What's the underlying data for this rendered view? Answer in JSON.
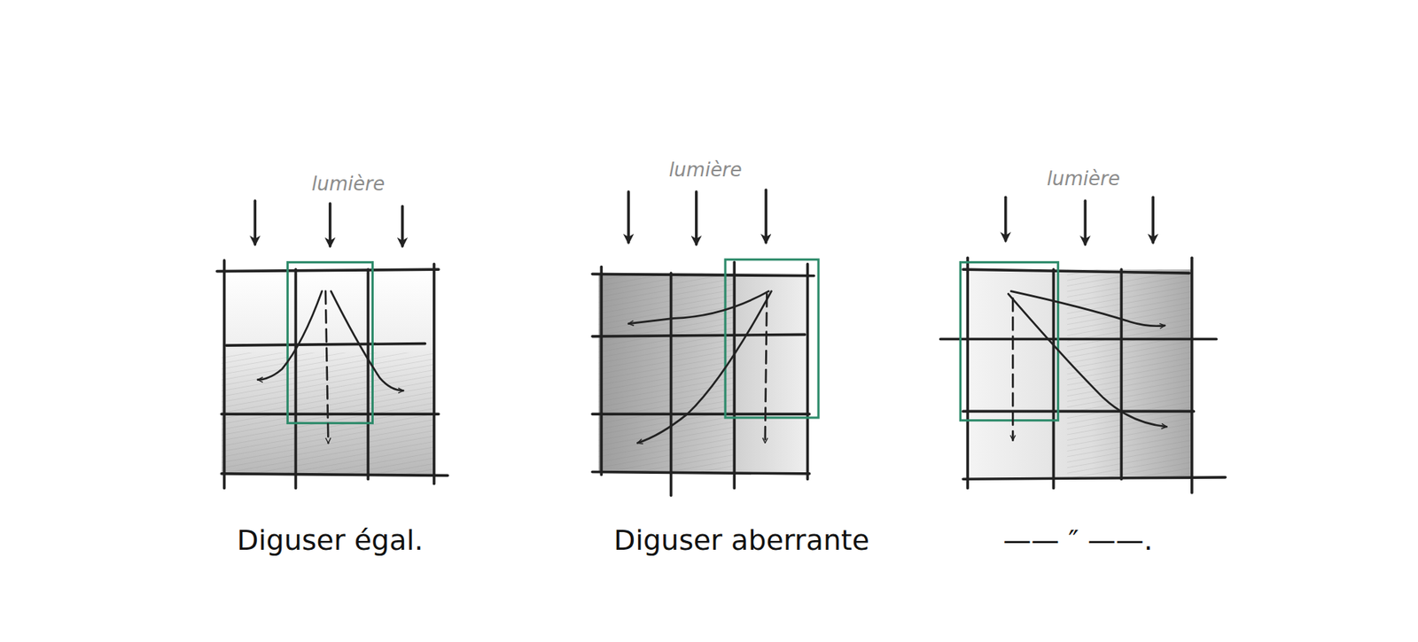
{
  "diagram": {
    "labels": [
      "lumière",
      "lumière",
      "lumière",
      "Diguser égal.",
      "Diguser aberrante",
      "—— ″ ——."
    ]
  }
}
